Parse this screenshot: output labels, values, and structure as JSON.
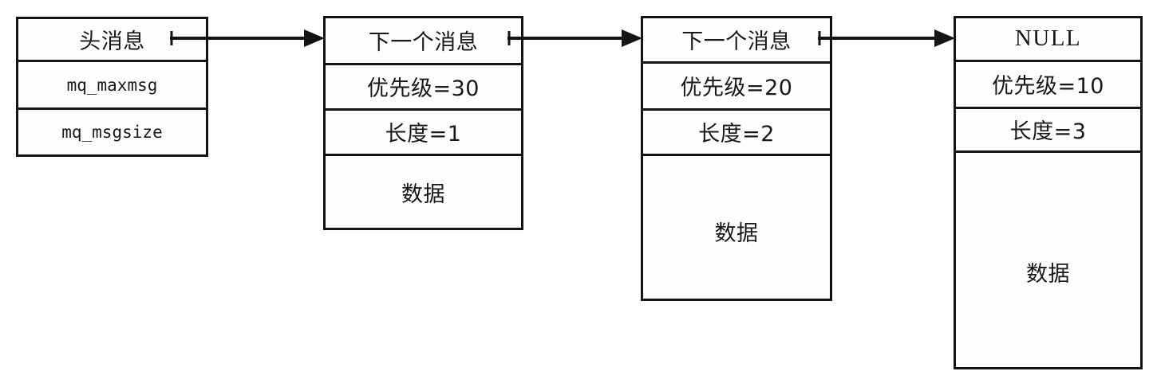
{
  "diagram": {
    "title": "POSIX message queue linked list",
    "type": "linked-list",
    "background_color": "#ffffff",
    "line_color": "#141414",
    "text_color": "#181818"
  },
  "nodes": [
    {
      "id": "head",
      "kind": "queue-header",
      "cells": [
        {
          "name": "head-title",
          "text": "头消息",
          "style": "cjk"
        },
        {
          "name": "head-maxmsg",
          "text": "mq_maxmsg",
          "style": "mono"
        },
        {
          "name": "head-msgsize",
          "text": "mq_msgsize",
          "style": "mono"
        }
      ]
    },
    {
      "id": "msg1",
      "kind": "message",
      "cells": [
        {
          "name": "msg1-next",
          "text": "下一个消息",
          "style": "cjk"
        },
        {
          "name": "msg1-priority",
          "text": "优先级=30",
          "style": "cjk"
        },
        {
          "name": "msg1-length",
          "text": "长度=1",
          "style": "cjk"
        },
        {
          "name": "msg1-data",
          "text": "数据",
          "style": "cjk"
        }
      ]
    },
    {
      "id": "msg2",
      "kind": "message",
      "cells": [
        {
          "name": "msg2-next",
          "text": "下一个消息",
          "style": "cjk"
        },
        {
          "name": "msg2-priority",
          "text": "优先级=20",
          "style": "cjk"
        },
        {
          "name": "msg2-length",
          "text": "长度=2",
          "style": "cjk"
        },
        {
          "name": "msg2-data",
          "text": "数据",
          "style": "cjk"
        }
      ]
    },
    {
      "id": "msg3",
      "kind": "message-tail",
      "cells": [
        {
          "name": "msg3-next",
          "text": "NULL",
          "style": "latin"
        },
        {
          "name": "msg3-priority",
          "text": "优先级=10",
          "style": "cjk"
        },
        {
          "name": "msg3-length",
          "text": "长度=3",
          "style": "cjk"
        },
        {
          "name": "msg3-data",
          "text": "数据",
          "style": "cjk"
        }
      ]
    }
  ],
  "connectors": [
    {
      "name": "arrow-head-to-msg1",
      "from": "head",
      "to": "msg1"
    },
    {
      "name": "arrow-msg1-to-msg2",
      "from": "msg1",
      "to": "msg2"
    },
    {
      "name": "arrow-msg2-to-msg3",
      "from": "msg2",
      "to": "msg3"
    }
  ]
}
